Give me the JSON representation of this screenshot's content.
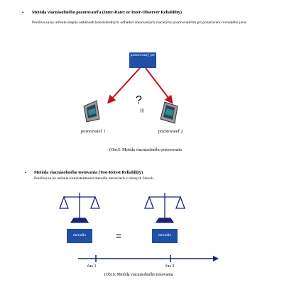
{
  "section1": {
    "heading": "Metóda viacnásobného pozorovateľa (Inter-Rater or Inter-Observer Reliability)",
    "text": "Používa sa na určenie stupňa odlišnosti konzistentných odhadov stanovených viacerými pozorovateľmi pri pozorovaní rovnakého javu."
  },
  "figure5": {
    "box_label": "pozorovaný jav",
    "question_mark": "?",
    "equal_sign": "=",
    "observer1": "pozorovateľ 1",
    "observer2": "pozorovateľ 2",
    "caption": "(Obr.5: Metóda viacnásobného pozorovania"
  },
  "section2": {
    "heading": "Metóda viacnásobného testovania (Test-Retest Reliability)",
    "text": "Používa sa na určenie konzistentnosti meradla meraciach v rôznych časoch."
  },
  "figure6": {
    "meter1": "meradlo",
    "meter2": "meradlo",
    "equals": "=",
    "time1": "čas 1",
    "time2": "čas 2",
    "caption": "(Obr.6: Metóda viacnásobného testovania"
  },
  "colors": {
    "blue_box": "#1f4fa6",
    "arrow_red": "#c0141c",
    "gray_icon": "#9a9a9a",
    "teal": "#2f8a8a"
  }
}
